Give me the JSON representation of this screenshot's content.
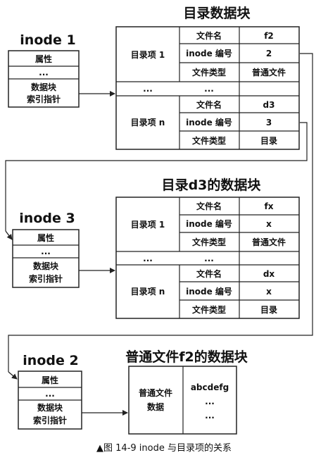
{
  "titles": {
    "dir_block_1": "目录数据块",
    "dir_block_2": "目录d3的数据块",
    "file_block": "普通文件f2的数据块"
  },
  "inodes": [
    {
      "name": "inode 1",
      "attr": "属性",
      "dots": "...",
      "ptr_line1": "数据块",
      "ptr_line2": "索引指针"
    },
    {
      "name": "inode 3",
      "attr": "属性",
      "dots": "...",
      "ptr_line1": "数据块",
      "ptr_line2": "索引指针"
    },
    {
      "name": "inode 2",
      "attr": "属性",
      "dots": "...",
      "ptr_line1": "数据块",
      "ptr_line2": "索引指针"
    }
  ],
  "dir_tables": [
    {
      "entries": [
        {
          "label": "目录项 1",
          "name_key": "文件名",
          "name_val": "f2",
          "inode_key": "inode 编号",
          "inode_val": "2",
          "type_key": "文件类型",
          "type_val": "普通文件"
        },
        {
          "label": "目录项 n",
          "name_key": "文件名",
          "name_val": "d3",
          "inode_key": "inode 编号",
          "inode_val": "3",
          "type_key": "文件类型",
          "type_val": "目录"
        }
      ],
      "dots_left": "...",
      "dots_right": "..."
    },
    {
      "entries": [
        {
          "label": "目录项 1",
          "name_key": "文件名",
          "name_val": "fx",
          "inode_key": "inode 编号",
          "inode_val": "x",
          "type_key": "文件类型",
          "type_val": "普通文件"
        },
        {
          "label": "目录项 n",
          "name_key": "文件名",
          "name_val": "dx",
          "inode_key": "inode 编号",
          "inode_val": "x",
          "type_key": "文件类型",
          "type_val": "目录"
        }
      ],
      "dots_left": "...",
      "dots_right": "..."
    }
  ],
  "file_block": {
    "label_line1": "普通文件",
    "label_line2": "数据",
    "content": "abcdefg",
    "dots1": "...",
    "dots2": "..."
  },
  "caption": "▲图 14-9   inode 与目录项的关系"
}
